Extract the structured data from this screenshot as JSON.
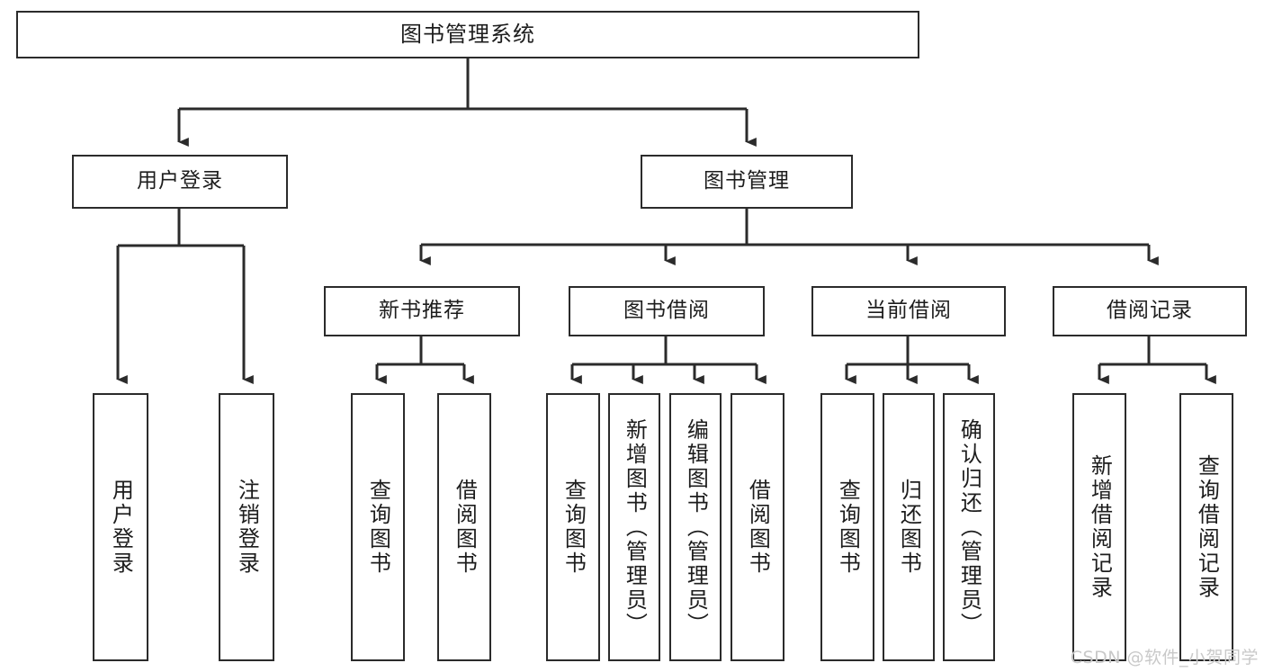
{
  "diagram": {
    "title": "图书管理系统",
    "type": "functional-structure-tree",
    "watermark": "CSDN @软件_小贺同学",
    "colors": {
      "stroke": "#2b2b2b",
      "fill": "#ffffff",
      "text": "#1d1d1d",
      "watermark": "#c9c9c9"
    },
    "root": {
      "id": "root",
      "label": "图书管理系统"
    },
    "level2": [
      {
        "id": "user-login",
        "label": "用户登录"
      },
      {
        "id": "book-admin",
        "label": "图书管理"
      }
    ],
    "level3": [
      {
        "id": "new-book-rec",
        "label": "新书推荐",
        "parent": "book-admin"
      },
      {
        "id": "book-borrow",
        "label": "图书借阅",
        "parent": "book-admin"
      },
      {
        "id": "current-borrow",
        "label": "当前借阅",
        "parent": "book-admin"
      },
      {
        "id": "borrow-record",
        "label": "借阅记录",
        "parent": "book-admin"
      }
    ],
    "leaves": [
      {
        "id": "leaf-user-login",
        "label": "用户登录",
        "parent": "user-login"
      },
      {
        "id": "leaf-user-logout",
        "label": "注销登录",
        "parent": "user-login"
      },
      {
        "id": "leaf-query-book-1",
        "label": "查询图书",
        "parent": "new-book-rec"
      },
      {
        "id": "leaf-borrow-book-1",
        "label": "借阅图书",
        "parent": "new-book-rec"
      },
      {
        "id": "leaf-query-book-2",
        "label": "查询图书",
        "parent": "book-borrow"
      },
      {
        "id": "leaf-add-book",
        "label": "新增图书（管理员）",
        "parent": "book-borrow"
      },
      {
        "id": "leaf-edit-book",
        "label": "编辑图书（管理员）",
        "parent": "book-borrow"
      },
      {
        "id": "leaf-borrow-book-2",
        "label": "借阅图书",
        "parent": "book-borrow"
      },
      {
        "id": "leaf-query-book-3",
        "label": "查询图书",
        "parent": "current-borrow"
      },
      {
        "id": "leaf-return-book",
        "label": "归还图书",
        "parent": "current-borrow"
      },
      {
        "id": "leaf-confirm-return",
        "label": "确认归还（管理员）",
        "parent": "current-borrow"
      },
      {
        "id": "leaf-add-record",
        "label": "新增借阅记录",
        "parent": "borrow-record"
      },
      {
        "id": "leaf-query-record",
        "label": "查询借阅记录",
        "parent": "borrow-record"
      }
    ]
  }
}
